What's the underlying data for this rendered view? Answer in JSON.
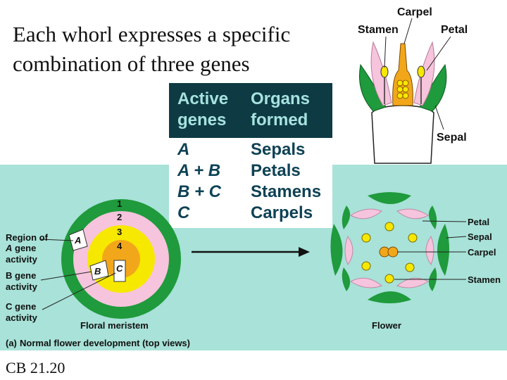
{
  "slide": {
    "title_line1": "Each whorl expresses a specific",
    "title_line2": "combination of three genes",
    "caption": "CB 21.20"
  },
  "flower_side": {
    "labels": {
      "carpel": "Carpel",
      "stamen": "Stamen",
      "petal": "Petal",
      "sepal": "Sepal"
    }
  },
  "gene_table": {
    "headers": {
      "active_line1": "Active",
      "active_line2": "genes",
      "organs_line1": "Organs",
      "organs_line2": "formed"
    },
    "rows": [
      {
        "genes": "A",
        "organ": "Sepals"
      },
      {
        "genes": "A + B",
        "organ": "Petals"
      },
      {
        "genes": "B + C",
        "organ": "Stamens"
      },
      {
        "genes": "C",
        "organ": "Carpels"
      }
    ]
  },
  "meristem": {
    "whorl_numbers": [
      "1",
      "2",
      "3",
      "4"
    ],
    "gene_letters": {
      "a": "A",
      "b": "B",
      "c": "C"
    },
    "labels": {
      "region_a_line1": "Region of",
      "region_a_gene": "A",
      "region_a_line2": "gene",
      "region_a_line3": "activity",
      "b_line1": "B gene",
      "b_line2": "activity",
      "c_line1": "C gene",
      "c_line2": "activity",
      "floral_meristem": "Floral meristem"
    },
    "panel_caption_label": "(a)",
    "panel_caption": "Normal flower development (top views)"
  },
  "flower_top": {
    "labels": {
      "petal": "Petal",
      "sepal": "Sepal",
      "carpel": "Carpel",
      "stamen": "Stamen",
      "flower": "Flower"
    }
  },
  "colors": {
    "panel_bg": "#a8e2d8",
    "sepal_green": "#1f9a3c",
    "petal_pink": "#f6c4dc",
    "stamen_yellow": "#f7e800",
    "carpel_orange": "#f2a71b",
    "table_header": "#0e3a44",
    "table_text": "#0e4255"
  }
}
